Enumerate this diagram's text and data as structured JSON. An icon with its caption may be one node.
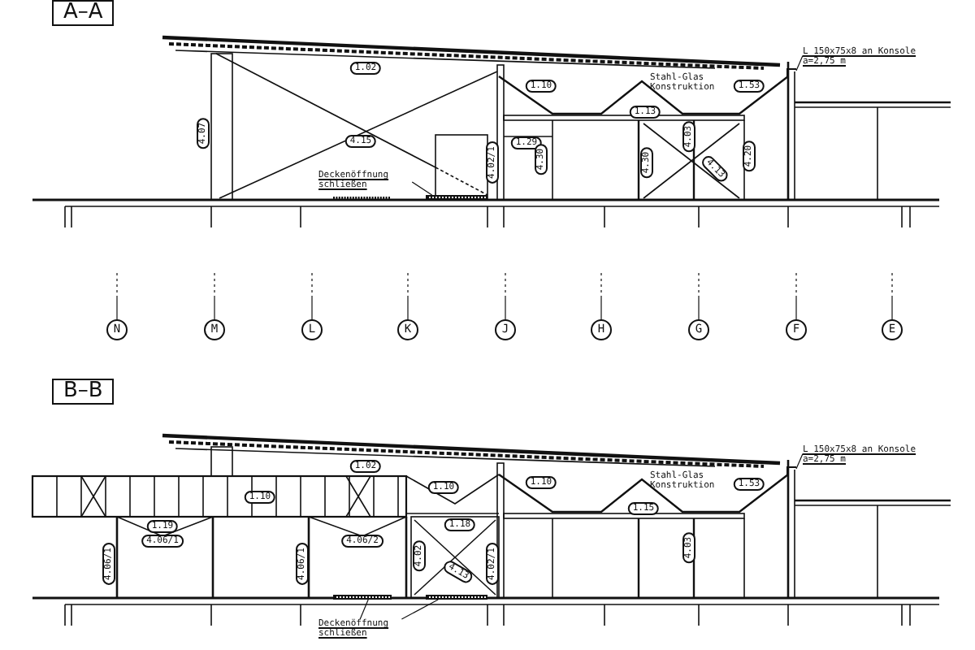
{
  "diagram": {
    "nodes": [
      {
        "text": [
          "Deckenöffnung schließen"
        ]
      },
      {
        "text": [],
        "shape": "bar"
      },
      {
        "text": [
          "L 150x75x8 an Konsole a=2,75 m"
        ]
      },
      {
        "text": [],
        "shape": "box"
      },
      {
        "text": [
          "Deckenöffnung schließen"
        ]
      },
      {
        "text": [],
        "shape": "bar"
      },
      {
        "text": [],
        "shape": "bar"
      },
      {
        "text": [
          "L 150x75x8 an Konsole a=2,75 m"
        ]
      },
      {
        "text": [],
        "shape": "box"
      }
    ],
    "edges": [
      {
        "from": 0,
        "to": 1,
        "arrow": "none"
      },
      {
        "from": 2,
        "to": 3,
        "arrow": "none"
      },
      {
        "from": 4,
        "to": 5,
        "arrow": "none"
      },
      {
        "from": 4,
        "to": 6,
        "arrow": "none"
      },
      {
        "from": 7,
        "to": 8,
        "arrow": "none"
      }
    ],
    "labels": [
      "A–A",
      "1.02",
      "4.07",
      "4.15",
      "1.10",
      "Stahl-Glas Konstruktion",
      "1.53",
      "1.13",
      "1.29",
      "4.02/1",
      "4.30",
      "4.03",
      "4.30",
      "4.13",
      "4.20",
      "N",
      "M",
      "L",
      "K",
      "J",
      "H",
      "G",
      "F",
      "E",
      "B–B",
      "1.02",
      "1.10",
      "1.10",
      "1.10",
      "Stahl-Glas Konstruktion",
      "1.53",
      "1.19",
      "1.18",
      "1.15",
      "4.06/1",
      "4.06/2",
      "4.06/1",
      "4.06/1",
      "4.02",
      "4.13",
      "4.02/1",
      "4.03"
    ]
  }
}
